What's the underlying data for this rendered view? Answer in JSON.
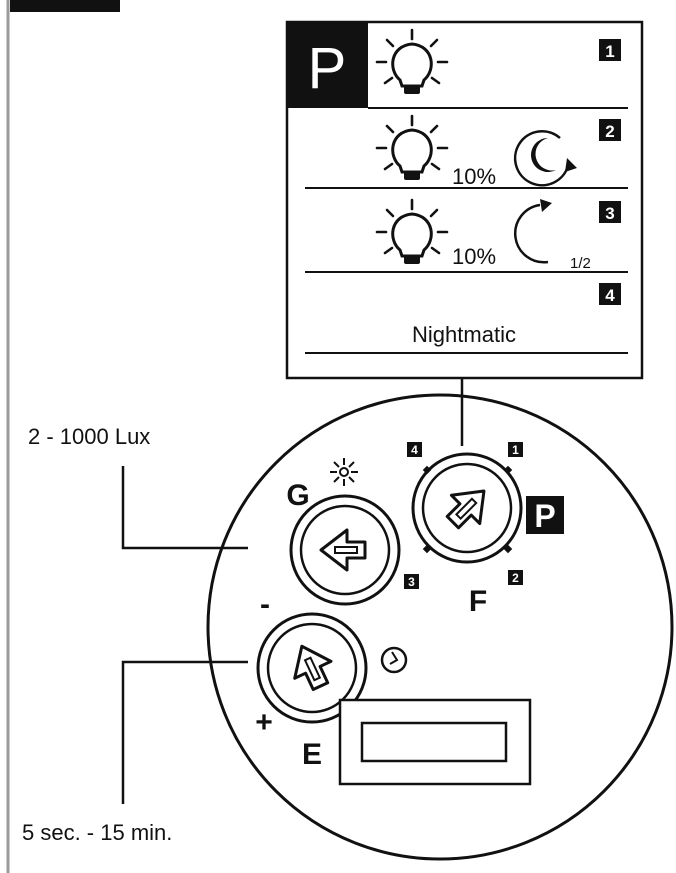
{
  "program_panel": {
    "header_letter": "P",
    "modes": [
      {
        "number": "1",
        "percent": "",
        "subscript": "",
        "label": ""
      },
      {
        "number": "2",
        "percent": "10%",
        "subscript": "",
        "label": ""
      },
      {
        "number": "3",
        "percent": "10%",
        "subscript": "1/2",
        "label": ""
      },
      {
        "number": "4",
        "percent": "",
        "subscript": "",
        "label": "Nightmatic"
      }
    ]
  },
  "device": {
    "lux_range": "2 - 1000  Lux",
    "time_range": "5 sec. - 15 min.",
    "dial_g": {
      "letter": "G",
      "position_mark": "3"
    },
    "dial_f": {
      "letter": "F",
      "program_badge": "P",
      "position_marks": {
        "top_left": "4",
        "top_right": "1",
        "bottom_right": "2"
      }
    },
    "dial_e": {
      "letter": "E",
      "minus": "-",
      "plus": "+"
    }
  },
  "icons": [
    "lightbulb-icon",
    "moon-rotate-icon",
    "moon-half-icon",
    "sun-icon",
    "moon-icon",
    "clock-icon",
    "arrow-icon"
  ]
}
